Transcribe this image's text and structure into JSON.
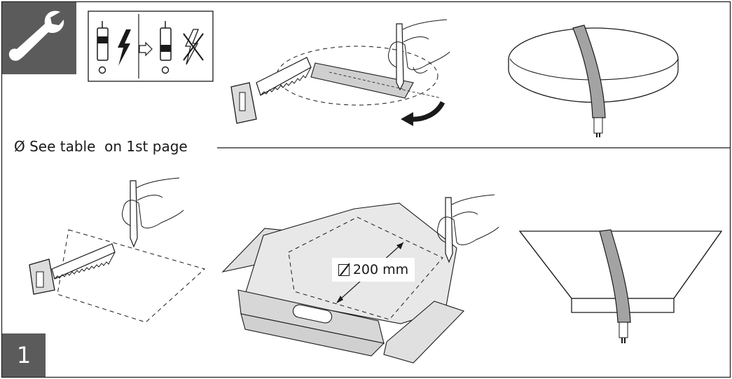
{
  "step": {
    "number": "1"
  },
  "note": {
    "text": "Ø See table  on 1st page"
  },
  "cutout": {
    "dimension_label": "200 mm"
  },
  "icons": {
    "header": "wrench-icon",
    "power": [
      "switch-on-icon",
      "lightning-icon",
      "arrow-right-icon",
      "switch-off-icon",
      "no-power-icon"
    ],
    "tools": [
      "saw-icon",
      "pencil-hand-icon",
      "template-icon",
      "cable-icon",
      "ceiling-hole-icon"
    ]
  },
  "colors": {
    "panel_gray": "#5b5b5b",
    "line": "#1a1a1a",
    "fill_light": "#e8e8e8",
    "fill_mid": "#d7d7d7",
    "cable": "#a3a3a3"
  }
}
